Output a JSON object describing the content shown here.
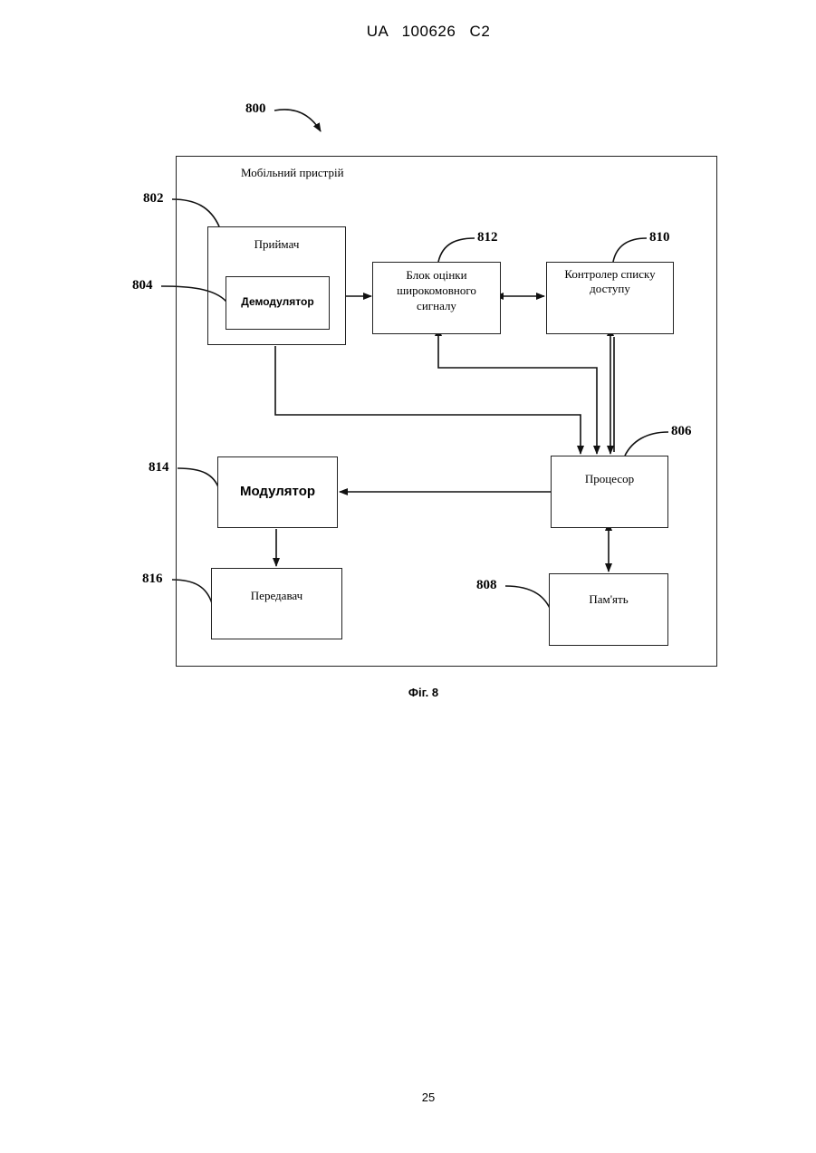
{
  "header": {
    "document_id": "UA   100626   C2"
  },
  "footer": {
    "page_number": "25"
  },
  "figure": {
    "caption": "Фіг. 8",
    "outer": {
      "ref": "800",
      "title": "Мобільний пристрій"
    },
    "blocks": {
      "receiver": {
        "ref": "802",
        "label": "Приймач"
      },
      "demodulator": {
        "ref": "804",
        "label": "Демодулятор"
      },
      "wideband_estimator": {
        "ref": "812",
        "label": "Блок оцінки широкомовного сигналу"
      },
      "acl_controller": {
        "ref": "810",
        "label": "Контролер списку доступу"
      },
      "processor": {
        "ref": "806",
        "label": "Процесор"
      },
      "memory": {
        "ref": "808",
        "label": "Пам'ять"
      },
      "modulator": {
        "ref": "814",
        "label": "Модулятор"
      },
      "transmitter": {
        "ref": "816",
        "label": "Передавач"
      }
    }
  }
}
